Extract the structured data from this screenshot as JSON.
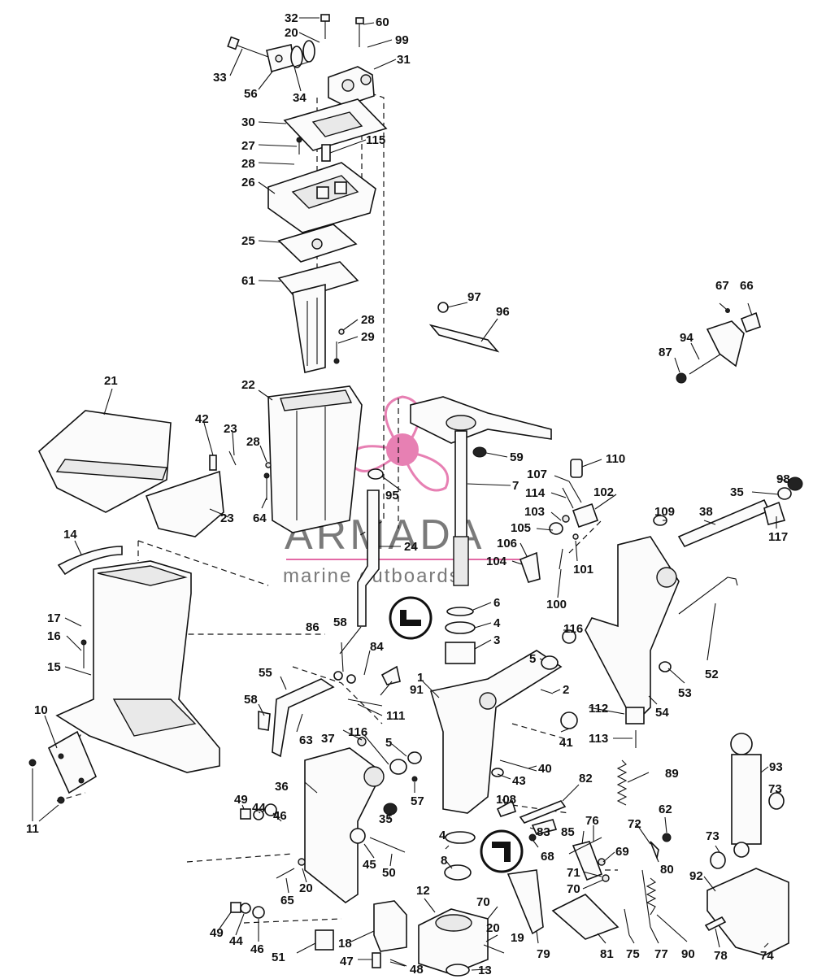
{
  "watermark": {
    "brand": "ARMADA",
    "tagline": "marine outboards",
    "accent_color": "#e36aa6"
  },
  "callouts": {
    "n1": "1",
    "n2": "2",
    "n3": "3",
    "n4a": "4",
    "n4b": "4",
    "n5a": "5",
    "n5b": "5",
    "n6": "6",
    "n7": "7",
    "n8": "8",
    "n10": "10",
    "n11": "11",
    "n12": "12",
    "n13": "13",
    "n14": "14",
    "n15": "15",
    "n16": "16",
    "n17": "17",
    "n18": "18",
    "n19": "19",
    "n20a": "20",
    "n20b": "20",
    "n20c": "20",
    "n21": "21",
    "n22": "22",
    "n23a": "23",
    "n23b": "23",
    "n24": "24",
    "n25": "25",
    "n26": "26",
    "n27": "27",
    "n28a": "28",
    "n28b": "28",
    "n28c": "28",
    "n29": "29",
    "n30": "30",
    "n31": "31",
    "n32": "32",
    "n33": "33",
    "n34": "34",
    "n35a": "35",
    "n35b": "35",
    "n36": "36",
    "n37": "37",
    "n38": "38",
    "n40": "40",
    "n41": "41",
    "n42": "42",
    "n43": "43",
    "n44a": "44",
    "n44b": "44",
    "n45": "45",
    "n46a": "46",
    "n46b": "46",
    "n47": "47",
    "n48": "48",
    "n49a": "49",
    "n49b": "49",
    "n50": "50",
    "n51": "51",
    "n52": "52",
    "n53": "53",
    "n54": "54",
    "n55": "55",
    "n56": "56",
    "n57": "57",
    "n58a": "58",
    "n58b": "58",
    "n59": "59",
    "n60": "60",
    "n61": "61",
    "n62": "62",
    "n63": "63",
    "n64": "64",
    "n65": "65",
    "n66": "66",
    "n67": "67",
    "n68": "68",
    "n69": "69",
    "n70a": "70",
    "n70b": "70",
    "n71": "71",
    "n72": "72",
    "n73a": "73",
    "n73b": "73",
    "n74": "74",
    "n75": "75",
    "n76": "76",
    "n77": "77",
    "n78": "78",
    "n79": "79",
    "n80": "80",
    "n81": "81",
    "n82": "82",
    "n83": "83",
    "n84": "84",
    "n85": "85",
    "n86": "86",
    "n87": "87",
    "n89": "89",
    "n90": "90",
    "n91": "91",
    "n92": "92",
    "n93": "93",
    "n94": "94",
    "n95": "95",
    "n96": "96",
    "n97": "97",
    "n98": "98",
    "n99": "99",
    "n100": "100",
    "n101": "101",
    "n102": "102",
    "n103": "103",
    "n104": "104",
    "n105": "105",
    "n106": "106",
    "n107": "107",
    "n108": "108",
    "n109": "109",
    "n110": "110",
    "n111": "111",
    "n112": "112",
    "n113": "113",
    "n114": "114",
    "n115": "115",
    "n116a": "116",
    "n116b": "116",
    "n117": "117"
  }
}
